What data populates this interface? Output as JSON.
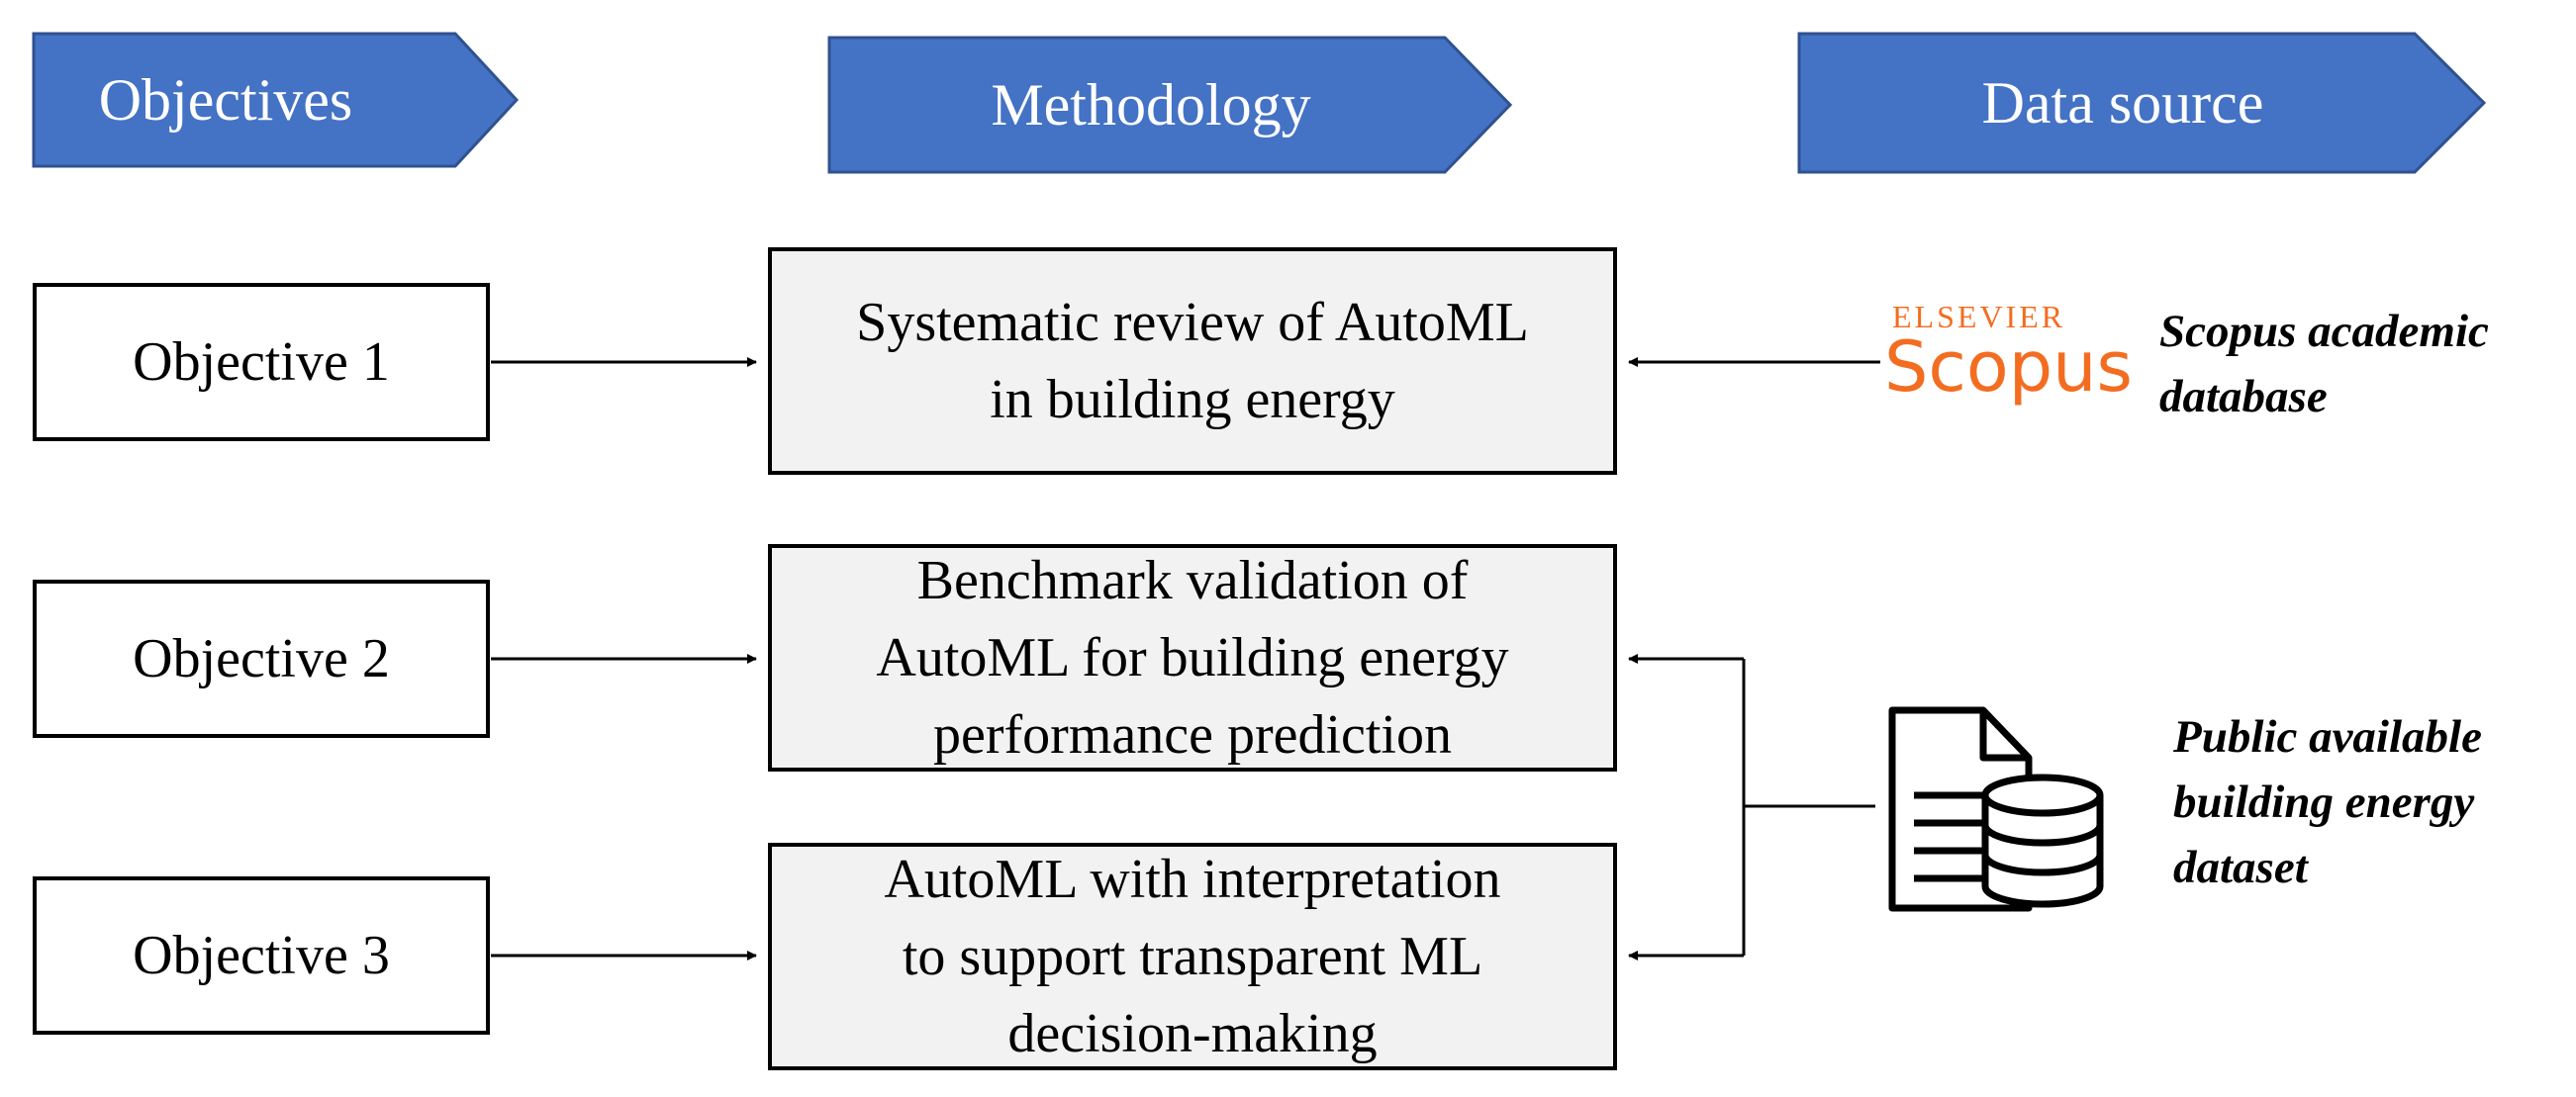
{
  "headers": {
    "objectives": "Objectives",
    "methodology": "Methodology",
    "data_source": "Data source"
  },
  "objectives": [
    {
      "label": "Objective 1"
    },
    {
      "label": "Objective 2"
    },
    {
      "label": "Objective 3"
    }
  ],
  "methods": [
    {
      "lines": [
        "Systematic review of AutoML",
        "in building energy"
      ]
    },
    {
      "lines": [
        "Benchmark validation of",
        "AutoML for building energy",
        "performance prediction"
      ]
    },
    {
      "lines": [
        "AutoML with interpretation",
        "to support transparent ML",
        "decision-making"
      ]
    }
  ],
  "sources": {
    "scopus_logo": {
      "publisher": "ELSEVIER",
      "brand": "Scopus"
    },
    "scopus_label": [
      "Scopus academic",
      "database"
    ],
    "dataset_icon": "document-database-icon",
    "dataset_label": [
      "Public available",
      "building energy",
      "dataset"
    ]
  },
  "colors": {
    "banner_fill": "#4472c4",
    "banner_stroke": "#2f528f",
    "method_fill": "#f2f2f2",
    "scopus_orange": "#f36d21"
  }
}
